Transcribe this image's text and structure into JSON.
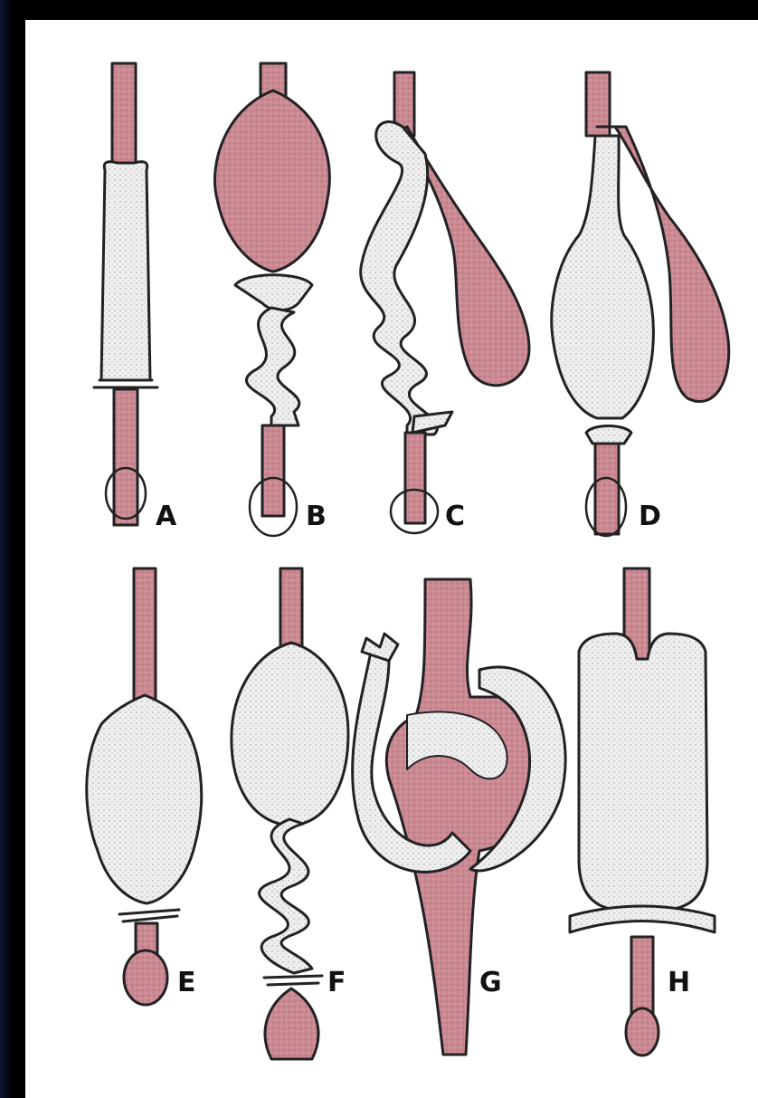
{
  "figure": {
    "panel_labels": [
      "A",
      "B",
      "C",
      "D",
      "E",
      "F",
      "G",
      "H"
    ]
  },
  "colors": {
    "background": "#000000",
    "panel": "#ffffff",
    "tissue_fill": "#eeeeee",
    "lumen_pink": "#c9878f",
    "outline": "#222222"
  }
}
